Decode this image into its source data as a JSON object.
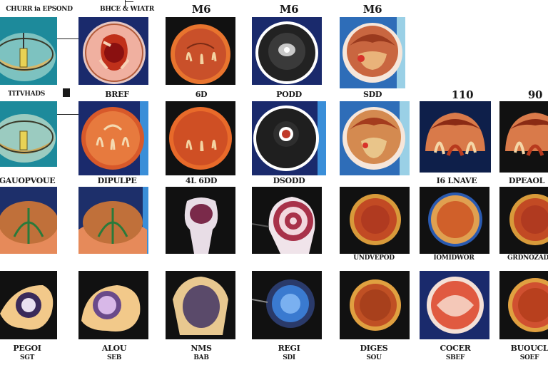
{
  "header": {
    "labels": [
      "CHURR ia EPSOND",
      "BHCE & WIATR",
      "M6",
      "M6",
      "M6"
    ]
  },
  "row_labels": {
    "row1": [
      "TITVHADS",
      "BREF",
      "6D",
      "PODD",
      "SDD"
    ],
    "row2_top": [
      "110",
      "90"
    ],
    "row2": [
      "GAUOPVOUE",
      "DIPULPE",
      "4L 6DD",
      "DSODD",
      "I6 LNAVE",
      "DPEAOL"
    ],
    "row3": [
      "UNDVEPOD",
      "IOMIDWOR",
      "GRDNOZAD"
    ],
    "row4_a": [
      "PEGOI",
      "ALOU",
      "NMS",
      "REGI",
      "DIGES",
      "COCER",
      "BUOUCL"
    ],
    "row4_b": [
      "SGT",
      "SEB",
      "BAB",
      "SDI",
      "SOU",
      "SBEF",
      "SOEF"
    ]
  },
  "colors": {
    "background": "#ffffff",
    "navy": "#1a2a6c",
    "teal": "#1d8a9b",
    "orange": "#e07a3c",
    "tissue": "#d9482c",
    "dark": "#111111",
    "cream": "#f2c98a"
  },
  "icons": [
    "cross-section-icon",
    "organ-icon",
    "eye-icon",
    "tissue-icon"
  ]
}
